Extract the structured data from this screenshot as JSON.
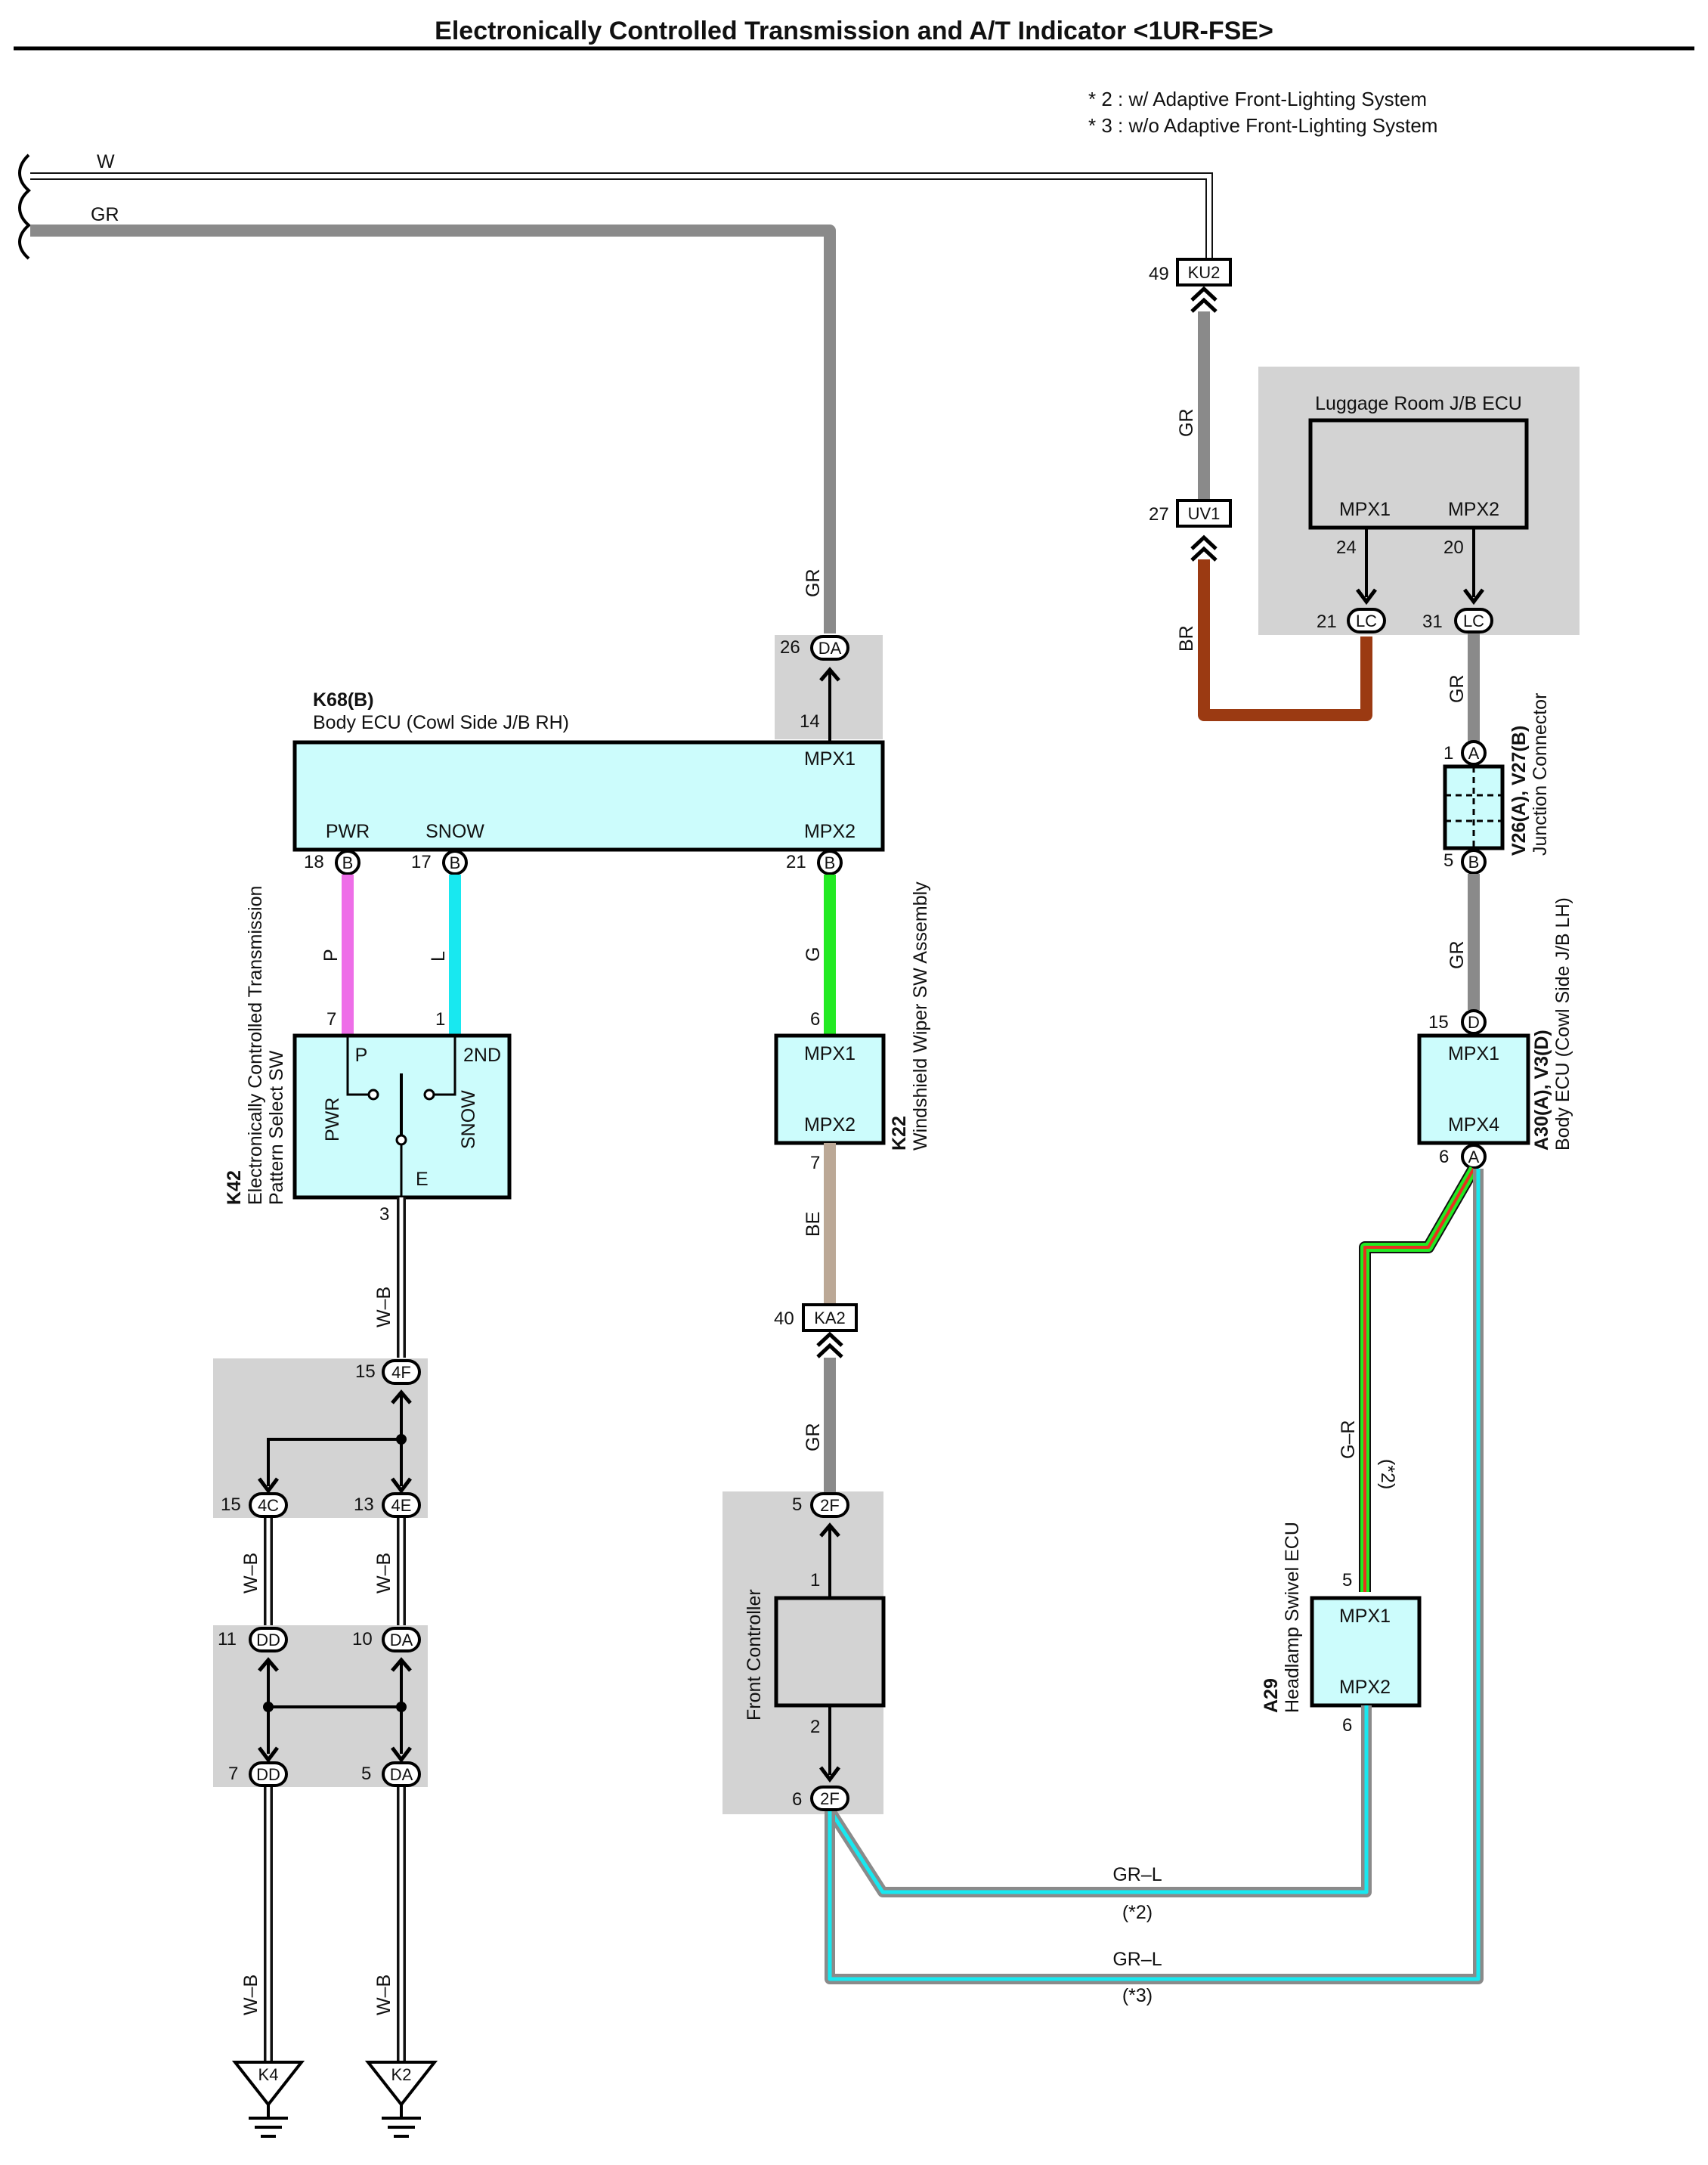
{
  "title": "Electronically Controlled Transmission and A/T Indicator <1UR-FSE>",
  "notes": [
    "* 2 : w/ Adaptive Front-Lighting System",
    "* 3 : w/o Adaptive Front-Lighting System"
  ],
  "colors": {
    "GR": "#8a8a8a",
    "W": "#ffffff",
    "BR": "#9b3a12",
    "P": "#ee6ee8",
    "L": "#18e8f0",
    "G": "#22ea22",
    "BE": "#bba896",
    "R": "#e83020",
    "ecu_fill": "#ccfcfc",
    "jb_fill": "#d3d3d3"
  },
  "wires": {
    "w_top": "W",
    "gr_top": "GR",
    "gr_mid": "GR",
    "gr_ku2": "GR",
    "br": "BR",
    "gr_lc": "GR",
    "gr_jc": "GR",
    "p": "P",
    "l": "L",
    "g": "G",
    "be": "BE",
    "gr_fc": "GR",
    "wb1": "W–B",
    "wb2": "W–B",
    "wb3": "W–B",
    "wb4": "W–B",
    "wb5": "W–B",
    "gr_l": "G–R",
    "gr_l_star2": "(*2)",
    "grl1": "GR–L",
    "grl1_star": "(*2)",
    "grl2": "GR–L",
    "grl2_star": "(*3)"
  },
  "components": {
    "luggage": {
      "title": "Luggage Room J/B ECU",
      "mpx1": "MPX1",
      "mpx2": "MPX2",
      "pin24": "24",
      "pin20": "20"
    },
    "k68": {
      "code": "K68(B)",
      "name": "Body ECU (Cowl Side J/B RH)",
      "pwr": "PWR",
      "snow": "SNOW",
      "mpx1": "MPX1",
      "mpx2": "MPX2"
    },
    "k42": {
      "code": "K42",
      "name1": "Electronically Controlled Transmission",
      "name2": "Pattern Select SW",
      "p": "P",
      "nd": "2ND",
      "pwr": "PWR",
      "snow": "SNOW",
      "e": "E"
    },
    "k22": {
      "code": "K22",
      "name": "Windshield Wiper SW Assembly",
      "mpx1": "MPX1",
      "mpx2": "MPX2"
    },
    "a30": {
      "code": "A30(A), V3(D)",
      "name": "Body ECU (Cowl Side J/B LH)",
      "mpx1": "MPX1",
      "mpx4": "MPX4"
    },
    "v26": {
      "code": "V26(A), V27(B)",
      "name": "Junction Connector"
    },
    "front": {
      "name": "Front Controller",
      "pin1": "1",
      "pin2": "2"
    },
    "a29": {
      "code": "A29",
      "name": "Headlamp Swivel ECU",
      "mpx1": "MPX1",
      "mpx2": "MPX2"
    }
  },
  "connectors": {
    "ku2": {
      "num": "49",
      "id": "KU2"
    },
    "uv1": {
      "num": "27",
      "id": "UV1"
    },
    "lc21": {
      "num": "21",
      "id": "LC"
    },
    "lc31": {
      "num": "31",
      "id": "LC"
    },
    "da26": {
      "num": "26",
      "id": "DA"
    },
    "pin14": "14",
    "b18": {
      "num": "18",
      "id": "B"
    },
    "b17": {
      "num": "17",
      "id": "B"
    },
    "b21": {
      "num": "21",
      "id": "B"
    },
    "jc_a1": {
      "num": "1",
      "id": "A"
    },
    "jc_b5": {
      "num": "5",
      "id": "B"
    },
    "d15": {
      "num": "15",
      "id": "D"
    },
    "a6": {
      "num": "6",
      "id": "A"
    },
    "pin7_k42": "7",
    "pin1_k42": "1",
    "pin3_k42": "3",
    "pin6_k22": "6",
    "pin7_k22": "7",
    "ka2": {
      "num": "40",
      "id": "KA2"
    },
    "f4f": {
      "num": "15",
      "id": "4F"
    },
    "c4c": {
      "num": "15",
      "id": "4C"
    },
    "e4e": {
      "num": "13",
      "id": "4E"
    },
    "dd11": {
      "num": "11",
      "id": "DD"
    },
    "da10": {
      "num": "10",
      "id": "DA"
    },
    "dd7": {
      "num": "7",
      "id": "DD"
    },
    "da5": {
      "num": "5",
      "id": "DA"
    },
    "f2f5": {
      "num": "5",
      "id": "2F"
    },
    "f2f6": {
      "num": "6",
      "id": "2F"
    },
    "pin5_a29": "5",
    "pin6_a29": "6",
    "k4": "K4",
    "k2": "K2"
  }
}
